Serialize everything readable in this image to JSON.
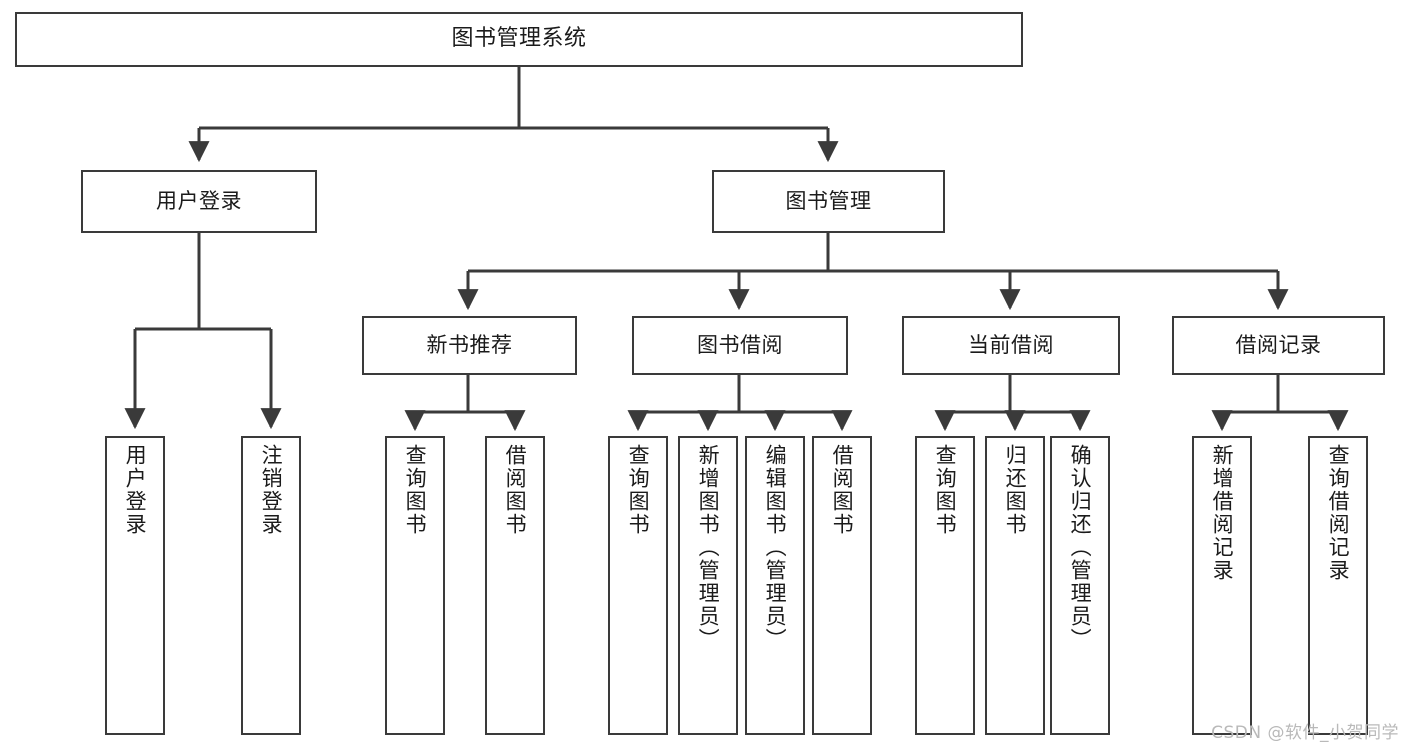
{
  "diagram": {
    "title": "图书管理系统",
    "type": "hierarchy-tree",
    "watermark": "CSDN @软件_小贺同学",
    "colors": {
      "background": "#ffffff",
      "box_border": "#3a3a3a",
      "box_fill": "#ffffff",
      "connector": "#3a3a3a",
      "text": "#1b1b1b",
      "watermark": "#b9b9b9"
    },
    "levels": {
      "root": {
        "label": "图书管理系统"
      },
      "level2": [
        {
          "label": "用户登录"
        },
        {
          "label": "图书管理"
        }
      ],
      "level3": [
        {
          "label": "新书推荐"
        },
        {
          "label": "图书借阅"
        },
        {
          "label": "当前借阅"
        },
        {
          "label": "借阅记录"
        }
      ],
      "leaves": {
        "user_login": [
          {
            "label": "用户登录"
          },
          {
            "label": "注销登录"
          }
        ],
        "new_book_recommend": [
          {
            "label": "查询图书"
          },
          {
            "label": "借阅图书"
          }
        ],
        "book_borrow": [
          {
            "label": "查询图书"
          },
          {
            "label": "新增图书（管理员）"
          },
          {
            "label": "编辑图书（管理员）"
          },
          {
            "label": "借阅图书"
          }
        ],
        "current_borrow": [
          {
            "label": "查询图书"
          },
          {
            "label": "归还图书"
          },
          {
            "label": "确认归还（管理员）"
          }
        ],
        "borrow_record": [
          {
            "label": "新增借阅记录"
          },
          {
            "label": "查询借阅记录"
          }
        ]
      }
    }
  }
}
